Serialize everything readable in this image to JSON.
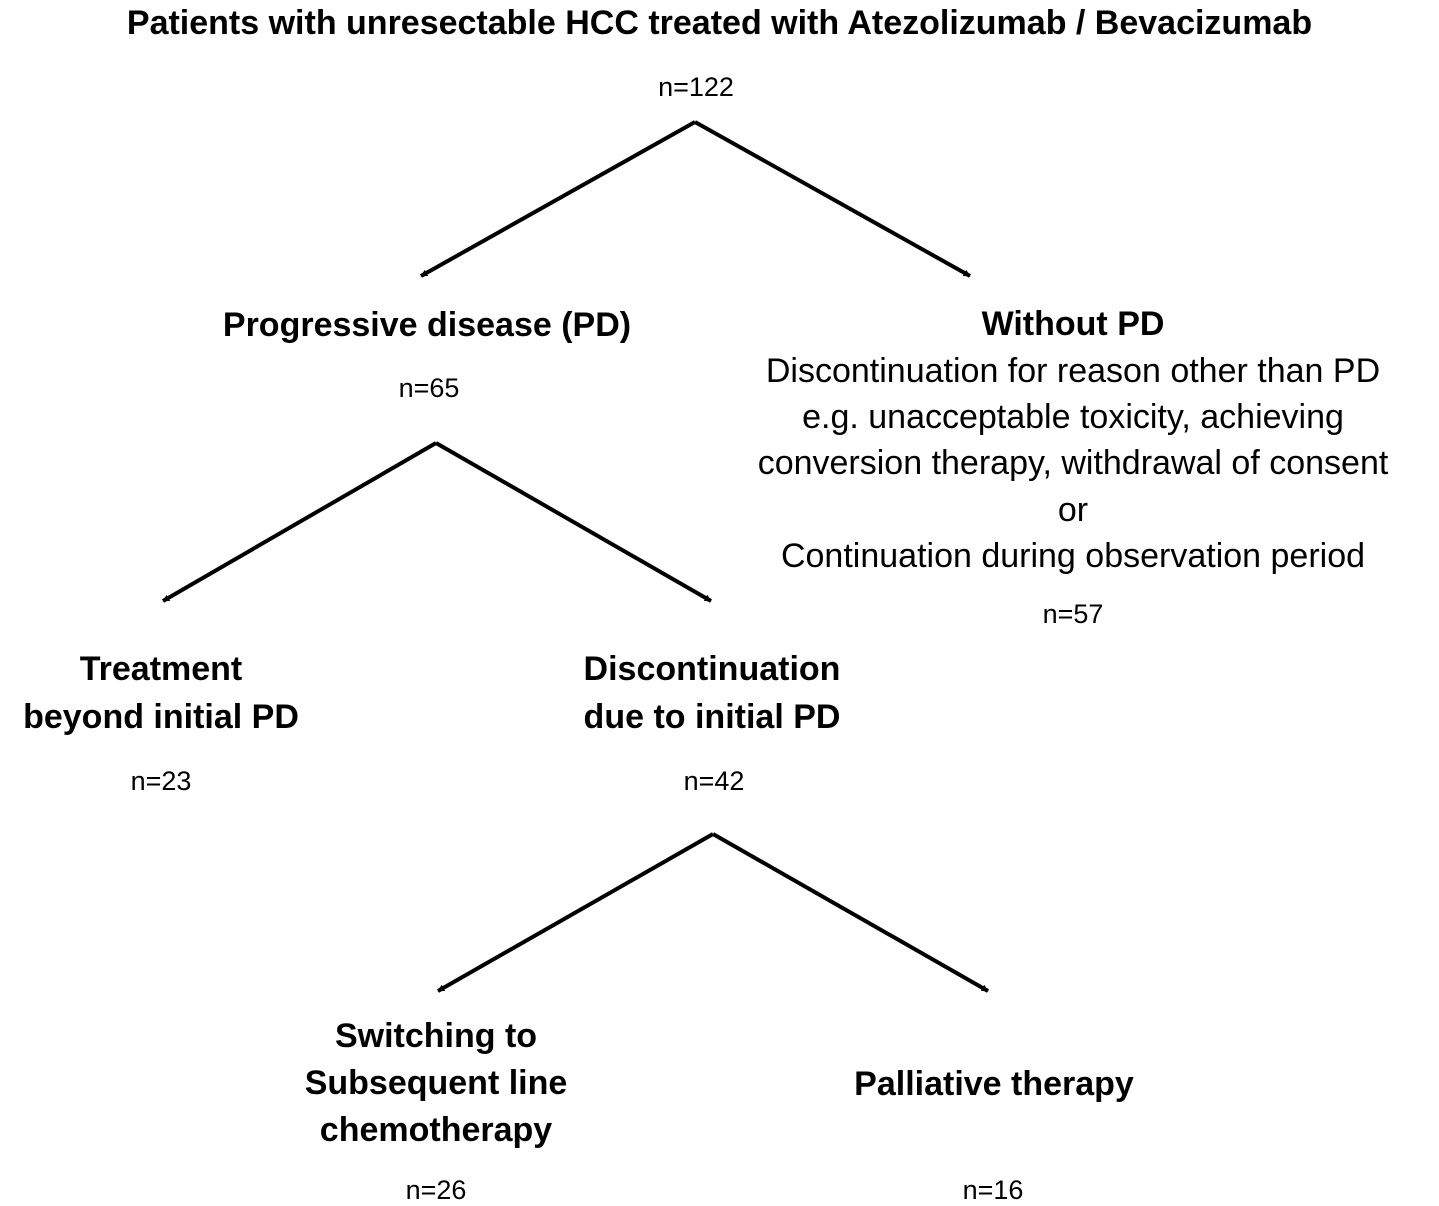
{
  "title": "Patients with unresectable HCC treated with Atezolizumab / Bevacizumab",
  "root": {
    "n": "n=122"
  },
  "pd": {
    "label": "Progressive disease (PD)",
    "n": "n=65"
  },
  "without_pd": {
    "label": "Without PD",
    "lines": [
      "Discontinuation for reason other than PD",
      "e.g. unacceptable toxicity, achieving",
      "conversion therapy, withdrawal of consent",
      "or",
      "Continuation during observation period"
    ],
    "n": "n=57"
  },
  "treatment_beyond": {
    "lines": [
      "Treatment",
      "beyond initial PD"
    ],
    "n": "n=23"
  },
  "discontinuation": {
    "lines": [
      "Discontinuation",
      "due to initial PD"
    ],
    "n": "n=42"
  },
  "switching": {
    "lines": [
      "Switching to",
      "Subsequent line",
      "chemotherapy"
    ],
    "n": "n=26"
  },
  "palliative": {
    "label": "Palliative therapy",
    "n": "n=16"
  }
}
